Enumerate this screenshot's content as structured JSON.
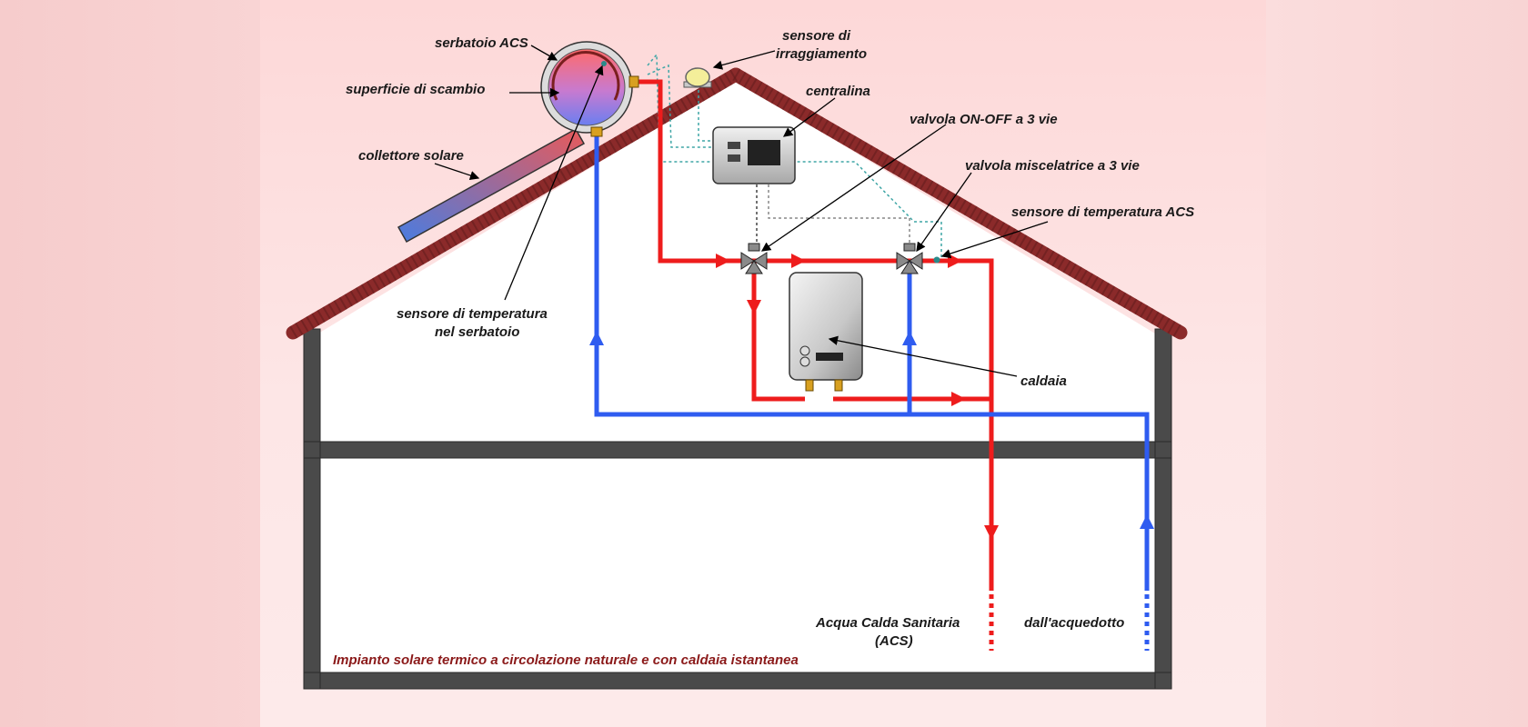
{
  "labels": {
    "serbatoio": "serbatoio ACS",
    "superficie": "superficie di scambio",
    "collettore": "collettore solare",
    "sensore_irr_1": "sensore di",
    "sensore_irr_2": "irraggiamento",
    "centralina": "centralina",
    "valvola_onoff": "valvola ON-OFF a 3 vie",
    "valvola_misc": "valvola miscelatrice a 3 vie",
    "sensore_acs": "sensore di temperatura ACS",
    "sensore_serb_1": "sensore di temperatura",
    "sensore_serb_2": "nel serbatoio",
    "caldaia": "caldaia",
    "acs_1": "Acqua Calda Sanitaria",
    "acs_2": "(ACS)",
    "acquedotto": "dall'acquedotto",
    "caption": "Impianto solare termico a circolazione naturale e con caldaia istantanea"
  },
  "colors": {
    "hot_pipe": "#ee1c1c",
    "cold_pipe": "#2f5cf0",
    "roof": "#8b2a2a",
    "wall": "#4a4a4a",
    "signal_line": "#3fa6a6"
  }
}
